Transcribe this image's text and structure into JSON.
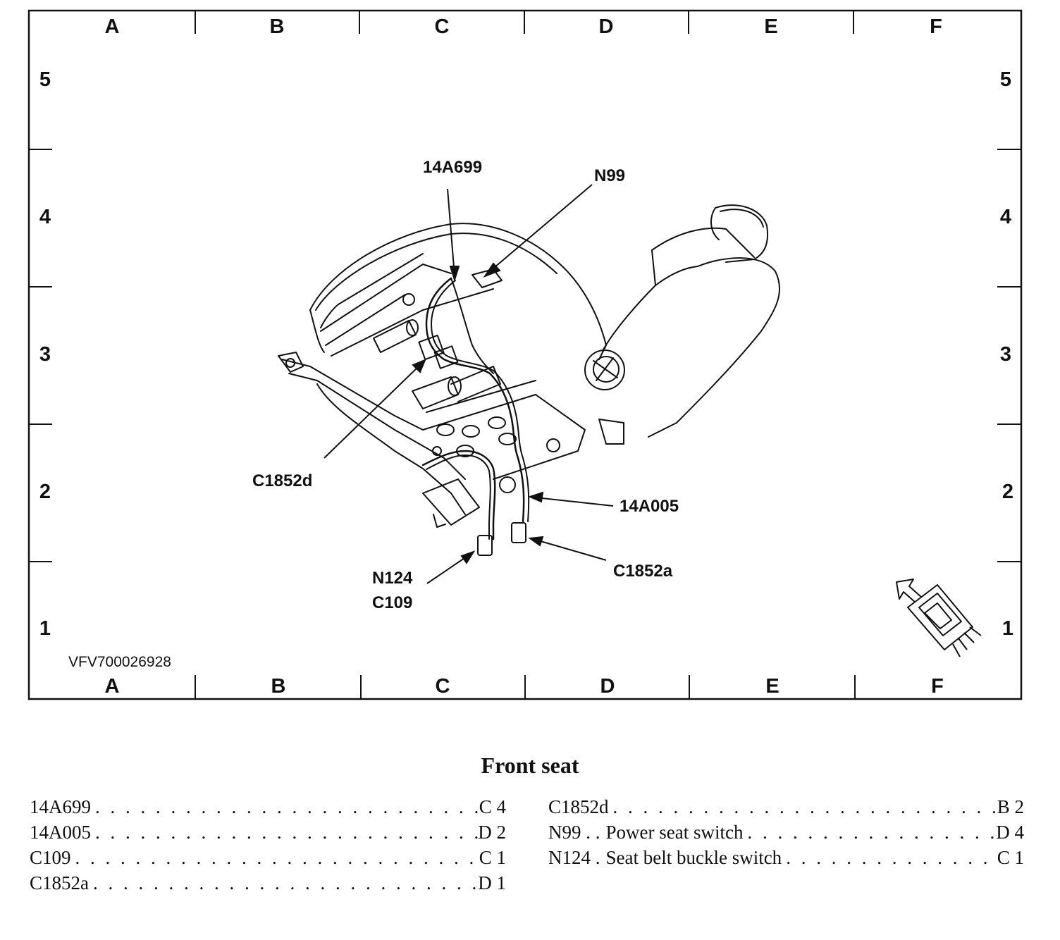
{
  "doc_id": "VFV700026928",
  "grid": {
    "columns": [
      "A",
      "B",
      "C",
      "D",
      "E",
      "F"
    ],
    "rows": [
      "5",
      "4",
      "3",
      "2",
      "1"
    ]
  },
  "callouts": {
    "c14A699": "14A699",
    "n99": "N99",
    "c1852d": "C1852d",
    "c14A005": "14A005",
    "n124": "N124",
    "c109": "C109",
    "c1852a": "C1852a"
  },
  "caption": "Front seat",
  "legend": {
    "left": [
      {
        "code": "14A699",
        "loc": "C 4"
      },
      {
        "code": "14A005",
        "loc": "D 2"
      },
      {
        "code": "C109",
        "loc": "C 1"
      },
      {
        "code": "C1852a",
        "loc": "D 1"
      }
    ],
    "right": [
      {
        "code": "C1852d",
        "desc": "",
        "loc": "B 2"
      },
      {
        "code": "N99",
        "desc": "Power seat switch",
        "loc": "D 4"
      },
      {
        "code": "N124",
        "desc": "Seat belt buckle switch",
        "loc": "C 1"
      }
    ]
  }
}
